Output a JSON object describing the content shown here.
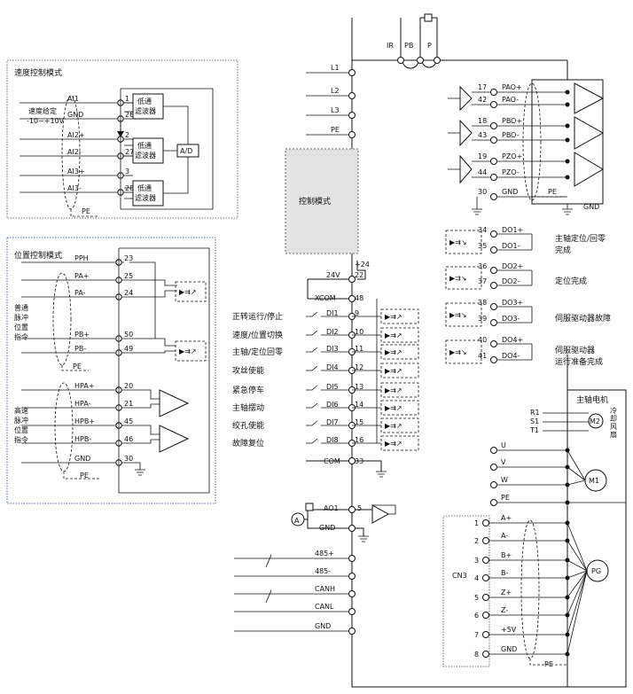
{
  "speed_box": {
    "title": "速度控制模式",
    "speed_given_label": "速度给定",
    "speed_range_label": "-10~+10V",
    "signals": [
      "AI1",
      "GND",
      "AI2+",
      "AI2-",
      "AI3+",
      "AI3-"
    ],
    "pins": [
      "1",
      "26",
      "2",
      "27",
      "3",
      "28"
    ],
    "filter_label_1": "低通",
    "filter_label_2": "滤波器",
    "adc_label": "A/D",
    "pe_label": "PE"
  },
  "position_box": {
    "title": "位置控制模式",
    "normal_pulse_label": [
      "普通",
      "脉冲",
      "位置",
      "指令"
    ],
    "high_pulse_label": [
      "高速",
      "脉冲",
      "位置",
      "指令"
    ],
    "signals": [
      "PPH",
      "PA+",
      "PA-",
      "PB+",
      "PB-",
      "HPA+",
      "HPA-",
      "HPB+",
      "HPB-",
      "GND"
    ],
    "pins": [
      "23",
      "25",
      "24",
      "50",
      "49",
      "20",
      "21",
      "45",
      "46",
      "30"
    ],
    "pe_label_1": "PE",
    "pe_label_2": "PE"
  },
  "top_power": {
    "labels": [
      "IR",
      "PB",
      "P"
    ]
  },
  "power_inputs": [
    "L1",
    "L2",
    "L3",
    "PE"
  ],
  "control_mode_label": "控制模式",
  "plus24_label": "+24",
  "supply": {
    "v24_label": "24V",
    "v24_pin": "22",
    "xcom_label": "XCOM",
    "xcom_pin": "48"
  },
  "digital_inputs": {
    "functions": [
      "正转运行/停止",
      "速度/位置切换",
      "主轴/定位回零",
      "攻丝使能",
      "紧急停车",
      "主轴摆动",
      "绞孔使能",
      "故障复位"
    ],
    "names": [
      "DI1",
      "DI2",
      "DI3",
      "DI4",
      "DI5",
      "DI6",
      "DI7",
      "DI8"
    ],
    "pins": [
      "9",
      "10",
      "11",
      "12",
      "13",
      "14",
      "15",
      "16"
    ],
    "com_label": "COM",
    "com_pin": "33"
  },
  "analog_out": {
    "ammeter": "A",
    "ao_label": "AO1",
    "ao_pin": "5",
    "gnd_label": "GND"
  },
  "comm": {
    "labels": [
      "485+",
      "485-",
      "CANH",
      "CANL",
      "GND"
    ]
  },
  "encoder_out": {
    "signals": [
      "PAO+",
      "PAO-",
      "PBO+",
      "PBO-",
      "PZO+",
      "PZO-",
      "GND"
    ],
    "pins": [
      "17",
      "42",
      "18",
      "43",
      "19",
      "44",
      "30"
    ],
    "pe_label": "PE",
    "gnd_label": "GND"
  },
  "digital_outputs": {
    "signals": [
      "DO1+",
      "DO1-",
      "DO2+",
      "DO2-",
      "DO3+",
      "DO3-",
      "DO4+",
      "DO4-"
    ],
    "pins": [
      "34",
      "35",
      "36",
      "37",
      "38",
      "39",
      "40",
      "41"
    ],
    "functions": [
      [
        "主轴定位/回零",
        "完成"
      ],
      [
        "定位完成"
      ],
      [
        "伺服驱动器故障"
      ],
      [
        "伺服驱动器",
        "运行准备完成"
      ]
    ]
  },
  "spindle_motor": {
    "title": "主轴电机",
    "fan_inputs": [
      "R1",
      "S1",
      "T1"
    ],
    "fan_label": "M2",
    "fan_text": [
      "冷",
      "却",
      "风",
      "扇"
    ],
    "motor_label": "M1",
    "phases": [
      "U",
      "V",
      "W",
      "PE"
    ],
    "pg_label": "PG"
  },
  "cn3": {
    "title": "CN3",
    "pins": [
      "1",
      "2",
      "3",
      "4",
      "5",
      "6",
      "7",
      "8"
    ],
    "signals": [
      "A+",
      "A-",
      "B+",
      "B-",
      "Z+",
      "Z-",
      "+5V",
      "GND"
    ],
    "pe_label": "PE"
  }
}
